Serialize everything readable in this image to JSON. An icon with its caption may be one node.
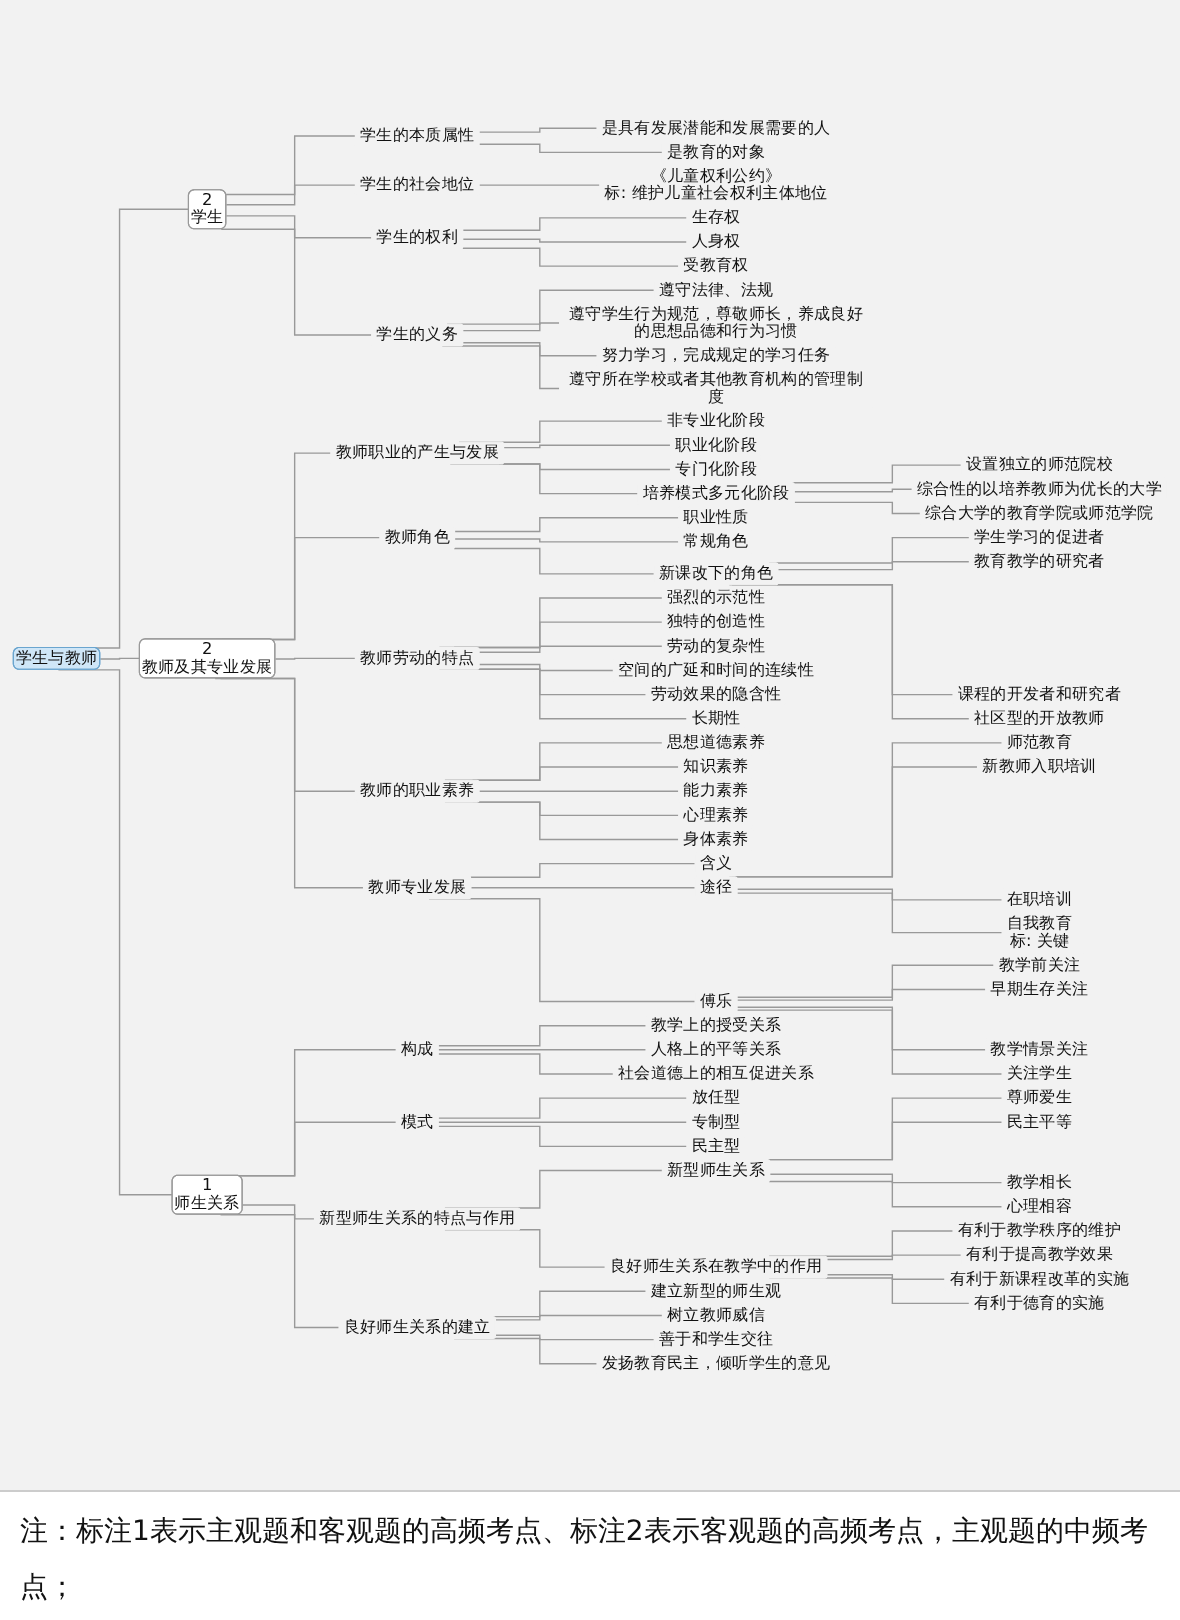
{
  "diagram": {
    "caption": "注：标注1表示主观题和客观题的高频考点、标注2表示客观题的高频考点，主观题的中频考点；",
    "nodes": [
      {
        "text": [
          "学生与教师"
        ]
      },
      {
        "text": [
          "2",
          "学生"
        ]
      },
      {
        "text": [
          "学生的本质属性"
        ]
      },
      {
        "text": [
          "是具有发展潜能和发展需要的人"
        ]
      },
      {
        "text": [
          "是教育的对象"
        ]
      },
      {
        "text": [
          "学生的社会地位"
        ]
      },
      {
        "text": [
          "《儿童权利公约》",
          "标: 维护儿童社会权利主体地位"
        ]
      },
      {
        "text": [
          "学生的权利"
        ]
      },
      {
        "text": [
          "生存权"
        ]
      },
      {
        "text": [
          "人身权"
        ]
      },
      {
        "text": [
          "受教育权"
        ]
      },
      {
        "text": [
          "学生的义务"
        ]
      },
      {
        "text": [
          "遵守法律、法规"
        ]
      },
      {
        "text": [
          "遵守学生行为规范，尊敬师长，养成良好的思想品德和行为习惯"
        ]
      },
      {
        "text": [
          "努力学习，完成规定的学习任务"
        ]
      },
      {
        "text": [
          "遵守所在学校或者其他教育机构的管理制度"
        ]
      },
      {
        "text": [
          "2",
          "教师及其专业发展"
        ]
      },
      {
        "text": [
          "教师职业的产生与发展"
        ]
      },
      {
        "text": [
          "非专业化阶段"
        ]
      },
      {
        "text": [
          "职业化阶段"
        ]
      },
      {
        "text": [
          "专门化阶段"
        ]
      },
      {
        "text": [
          "培养模式多元化阶段"
        ]
      },
      {
        "text": [
          "设置独立的师范院校"
        ]
      },
      {
        "text": [
          "综合性的以培养教师为优长的大学"
        ]
      },
      {
        "text": [
          "综合大学的教育学院或师范学院"
        ]
      },
      {
        "text": [
          "教师角色"
        ]
      },
      {
        "text": [
          "职业性质"
        ]
      },
      {
        "text": [
          "常规角色"
        ]
      },
      {
        "text": [
          "新课改下的角色"
        ]
      },
      {
        "text": [
          "学生学习的促进者"
        ]
      },
      {
        "text": [
          "教育教学的研究者"
        ]
      },
      {
        "text": [
          "课程的开发者和研究者"
        ]
      },
      {
        "text": [
          "社区型的开放教师"
        ]
      },
      {
        "text": [
          "教师劳动的特点"
        ]
      },
      {
        "text": [
          "强烈的示范性"
        ]
      },
      {
        "text": [
          "独特的创造性"
        ]
      },
      {
        "text": [
          "劳动的复杂性"
        ]
      },
      {
        "text": [
          "空间的广延和时间的连续性"
        ]
      },
      {
        "text": [
          "劳动效果的隐含性"
        ]
      },
      {
        "text": [
          "长期性"
        ]
      },
      {
        "text": [
          "教师的职业素养"
        ]
      },
      {
        "text": [
          "思想道德素养"
        ]
      },
      {
        "text": [
          "知识素养"
        ]
      },
      {
        "text": [
          "能力素养"
        ]
      },
      {
        "text": [
          "心理素养"
        ]
      },
      {
        "text": [
          "身体素养"
        ]
      },
      {
        "text": [
          "教师专业发展"
        ]
      },
      {
        "text": [
          "含义"
        ]
      },
      {
        "text": [
          "途径"
        ]
      },
      {
        "text": [
          "师范教育"
        ]
      },
      {
        "text": [
          "新教师入职培训"
        ]
      },
      {
        "text": [
          "在职培训"
        ]
      },
      {
        "text": [
          "自我教育",
          "标: 关键"
        ]
      },
      {
        "text": [
          "傅乐"
        ]
      },
      {
        "text": [
          "教学前关注"
        ]
      },
      {
        "text": [
          "早期生存关注"
        ]
      },
      {
        "text": [
          "教学情景关注"
        ]
      },
      {
        "text": [
          "关注学生"
        ]
      },
      {
        "text": [
          "1",
          "师生关系"
        ]
      },
      {
        "text": [
          "构成"
        ]
      },
      {
        "text": [
          "教学上的授受关系"
        ]
      },
      {
        "text": [
          "人格上的平等关系"
        ]
      },
      {
        "text": [
          "社会道德上的相互促进关系"
        ]
      },
      {
        "text": [
          "模式"
        ]
      },
      {
        "text": [
          "放任型"
        ]
      },
      {
        "text": [
          "专制型"
        ]
      },
      {
        "text": [
          "民主型"
        ]
      },
      {
        "text": [
          "新型师生关系的特点与作用"
        ]
      },
      {
        "text": [
          "新型师生关系"
        ]
      },
      {
        "text": [
          "尊师爱生"
        ]
      },
      {
        "text": [
          "民主平等"
        ]
      },
      {
        "text": [
          "教学相长"
        ]
      },
      {
        "text": [
          "心理相容"
        ]
      },
      {
        "text": [
          "良好师生关系在教学中的作用"
        ]
      },
      {
        "text": [
          "有利于教学秩序的维护"
        ]
      },
      {
        "text": [
          "有利于提高教学效果"
        ]
      },
      {
        "text": [
          "有利于新课程改革的实施"
        ]
      },
      {
        "text": [
          "有利于德育的实施"
        ]
      },
      {
        "text": [
          "良好师生关系的建立"
        ]
      },
      {
        "text": [
          "建立新型的师生观"
        ]
      },
      {
        "text": [
          "树立教师威信"
        ]
      },
      {
        "text": [
          "善于和学生交往"
        ]
      },
      {
        "text": [
          "发扬教育民主，倾听学生的意见"
        ]
      }
    ],
    "edges": [
      {
        "from": 0,
        "to": 1,
        "arrow": "none"
      },
      {
        "from": 1,
        "to": 2,
        "arrow": "none"
      },
      {
        "from": 2,
        "to": 3,
        "arrow": "none"
      },
      {
        "from": 2,
        "to": 4,
        "arrow": "none"
      },
      {
        "from": 1,
        "to": 5,
        "arrow": "none"
      },
      {
        "from": 5,
        "to": 6,
        "arrow": "none"
      },
      {
        "from": 1,
        "to": 7,
        "arrow": "none"
      },
      {
        "from": 7,
        "to": 8,
        "arrow": "none"
      },
      {
        "from": 7,
        "to": 9,
        "arrow": "none"
      },
      {
        "from": 7,
        "to": 10,
        "arrow": "none"
      },
      {
        "from": 1,
        "to": 11,
        "arrow": "none"
      },
      {
        "from": 11,
        "to": 12,
        "arrow": "none"
      },
      {
        "from": 11,
        "to": 13,
        "arrow": "none"
      },
      {
        "from": 11,
        "to": 14,
        "arrow": "none"
      },
      {
        "from": 11,
        "to": 15,
        "arrow": "none"
      },
      {
        "from": 0,
        "to": 16,
        "arrow": "none"
      },
      {
        "from": 16,
        "to": 17,
        "arrow": "none"
      },
      {
        "from": 17,
        "to": 18,
        "arrow": "none"
      },
      {
        "from": 17,
        "to": 19,
        "arrow": "none"
      },
      {
        "from": 17,
        "to": 20,
        "arrow": "none"
      },
      {
        "from": 17,
        "to": 21,
        "arrow": "none"
      },
      {
        "from": 21,
        "to": 22,
        "arrow": "none"
      },
      {
        "from": 21,
        "to": 23,
        "arrow": "none"
      },
      {
        "from": 21,
        "to": 24,
        "arrow": "none"
      },
      {
        "from": 16,
        "to": 25,
        "arrow": "none"
      },
      {
        "from": 25,
        "to": 26,
        "arrow": "none"
      },
      {
        "from": 25,
        "to": 27,
        "arrow": "none"
      },
      {
        "from": 25,
        "to": 28,
        "arrow": "none"
      },
      {
        "from": 28,
        "to": 29,
        "arrow": "none"
      },
      {
        "from": 28,
        "to": 30,
        "arrow": "none"
      },
      {
        "from": 28,
        "to": 31,
        "arrow": "none"
      },
      {
        "from": 28,
        "to": 32,
        "arrow": "none"
      },
      {
        "from": 16,
        "to": 33,
        "arrow": "none"
      },
      {
        "from": 33,
        "to": 34,
        "arrow": "none"
      },
      {
        "from": 33,
        "to": 35,
        "arrow": "none"
      },
      {
        "from": 33,
        "to": 36,
        "arrow": "none"
      },
      {
        "from": 33,
        "to": 37,
        "arrow": "none"
      },
      {
        "from": 33,
        "to": 38,
        "arrow": "none"
      },
      {
        "from": 33,
        "to": 39,
        "arrow": "none"
      },
      {
        "from": 16,
        "to": 40,
        "arrow": "none"
      },
      {
        "from": 40,
        "to": 41,
        "arrow": "none"
      },
      {
        "from": 40,
        "to": 42,
        "arrow": "none"
      },
      {
        "from": 40,
        "to": 43,
        "arrow": "none"
      },
      {
        "from": 40,
        "to": 44,
        "arrow": "none"
      },
      {
        "from": 40,
        "to": 45,
        "arrow": "none"
      },
      {
        "from": 16,
        "to": 46,
        "arrow": "none"
      },
      {
        "from": 46,
        "to": 47,
        "arrow": "none"
      },
      {
        "from": 46,
        "to": 48,
        "arrow": "none"
      },
      {
        "from": 48,
        "to": 49,
        "arrow": "none"
      },
      {
        "from": 48,
        "to": 50,
        "arrow": "none"
      },
      {
        "from": 48,
        "to": 51,
        "arrow": "none"
      },
      {
        "from": 48,
        "to": 52,
        "arrow": "none"
      },
      {
        "from": 46,
        "to": 53,
        "arrow": "none"
      },
      {
        "from": 53,
        "to": 54,
        "arrow": "none"
      },
      {
        "from": 53,
        "to": 55,
        "arrow": "none"
      },
      {
        "from": 53,
        "to": 56,
        "arrow": "none"
      },
      {
        "from": 53,
        "to": 57,
        "arrow": "none"
      },
      {
        "from": 0,
        "to": 58,
        "arrow": "none"
      },
      {
        "from": 58,
        "to": 59,
        "arrow": "none"
      },
      {
        "from": 59,
        "to": 60,
        "arrow": "none"
      },
      {
        "from": 59,
        "to": 61,
        "arrow": "none"
      },
      {
        "from": 59,
        "to": 62,
        "arrow": "none"
      },
      {
        "from": 58,
        "to": 63,
        "arrow": "none"
      },
      {
        "from": 63,
        "to": 64,
        "arrow": "none"
      },
      {
        "from": 63,
        "to": 65,
        "arrow": "none"
      },
      {
        "from": 63,
        "to": 66,
        "arrow": "none"
      },
      {
        "from": 58,
        "to": 67,
        "arrow": "none"
      },
      {
        "from": 67,
        "to": 68,
        "arrow": "none"
      },
      {
        "from": 68,
        "to": 69,
        "arrow": "none"
      },
      {
        "from": 68,
        "to": 70,
        "arrow": "none"
      },
      {
        "from": 68,
        "to": 71,
        "arrow": "none"
      },
      {
        "from": 68,
        "to": 72,
        "arrow": "none"
      },
      {
        "from": 67,
        "to": 73,
        "arrow": "none"
      },
      {
        "from": 73,
        "to": 74,
        "arrow": "none"
      },
      {
        "from": 73,
        "to": 75,
        "arrow": "none"
      },
      {
        "from": 73,
        "to": 76,
        "arrow": "none"
      },
      {
        "from": 73,
        "to": 77,
        "arrow": "none"
      },
      {
        "from": 58,
        "to": 78,
        "arrow": "none"
      },
      {
        "from": 78,
        "to": 79,
        "arrow": "none"
      },
      {
        "from": 78,
        "to": 80,
        "arrow": "none"
      },
      {
        "from": 78,
        "to": 81,
        "arrow": "none"
      },
      {
        "from": 78,
        "to": 82,
        "arrow": "none"
      }
    ]
  }
}
